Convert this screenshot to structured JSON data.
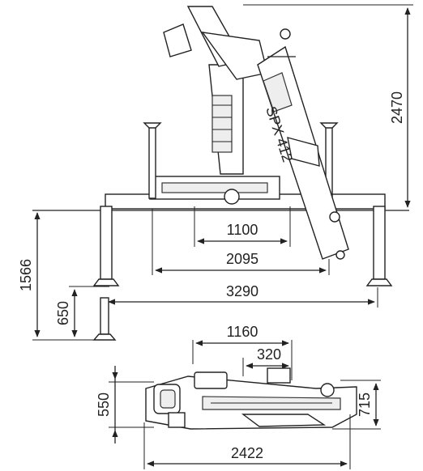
{
  "drawing": {
    "side_view": {
      "height_dim": "2470",
      "leg_height_dim": "1566",
      "stabilizer_lower_dim": "650",
      "inner_width_dim": "1100",
      "middle_width_dim": "2095",
      "outer_width_dim": "3290"
    },
    "top_view": {
      "width_dim": "1160",
      "offset_dim": "320",
      "left_height_dim": "550",
      "right_height_dim": "715",
      "length_dim": "2422"
    },
    "label_text": "SPX 412"
  }
}
